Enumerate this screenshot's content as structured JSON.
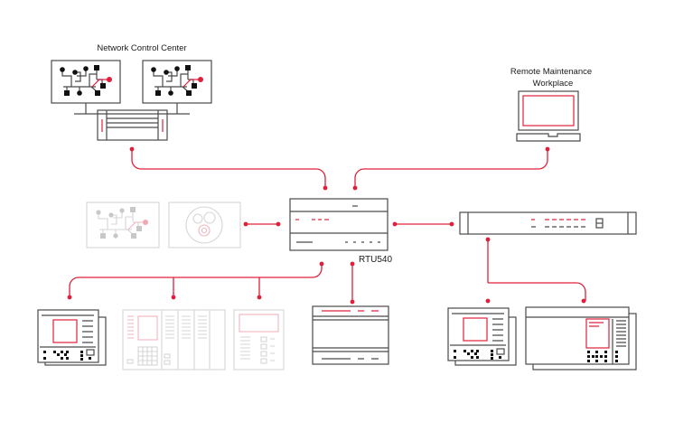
{
  "diagram": {
    "title": "RTU540 system architecture",
    "colors": {
      "accent": "#e0203a",
      "device_outline": "#4a4a4a",
      "faded_outline": "#d5d5d5",
      "faded_accent": "#f2b3bd",
      "background": "#ffffff"
    },
    "nodes": {
      "network_control_center": {
        "label": "Network Control Center",
        "screens": 2,
        "icon": "scada-network-screen-icon"
      },
      "remote_maintenance": {
        "label_line1": "Remote Maintenance",
        "label_line2": "Workplace",
        "icon": "laptop-icon"
      },
      "rtu": {
        "label": "RTU540",
        "icon": "rtu-module-icon"
      },
      "faded_network_panel": {
        "icon": "network-topology-icon",
        "state": "faded"
      },
      "faded_process_panel": {
        "icon": "gears-icon",
        "state": "faded"
      },
      "rack_device": {
        "icon": "rack-server-icon"
      },
      "bottom_devices": [
        {
          "id": "protection-relay-1",
          "icon": "protection-relay-icon",
          "state": "active"
        },
        {
          "id": "control-cabinet",
          "icon": "control-cabinet-icon",
          "state": "faded"
        },
        {
          "id": "io-controller",
          "icon": "io-controller-icon",
          "state": "faded"
        },
        {
          "id": "din-rail-module",
          "icon": "din-rail-module-icon",
          "state": "active"
        },
        {
          "id": "protection-relay-2",
          "icon": "protection-relay-icon",
          "state": "active"
        },
        {
          "id": "bay-controller",
          "icon": "bay-controller-icon",
          "state": "active"
        }
      ]
    },
    "connections": [
      {
        "from": "network_control_center",
        "to": "rtu"
      },
      {
        "from": "remote_maintenance",
        "to": "rtu"
      },
      {
        "from": "faded_process_panel",
        "to": "rtu"
      },
      {
        "from": "rtu",
        "to": "rack_device"
      },
      {
        "from": "rtu",
        "to": "protection-relay-1"
      },
      {
        "from": "rtu",
        "to": "control-cabinet"
      },
      {
        "from": "rtu",
        "to": "io-controller"
      },
      {
        "from": "rtu",
        "to": "din-rail-module"
      },
      {
        "from": "rack_device",
        "to": "protection-relay-2"
      },
      {
        "from": "rack_device",
        "to": "bay-controller"
      }
    ]
  }
}
